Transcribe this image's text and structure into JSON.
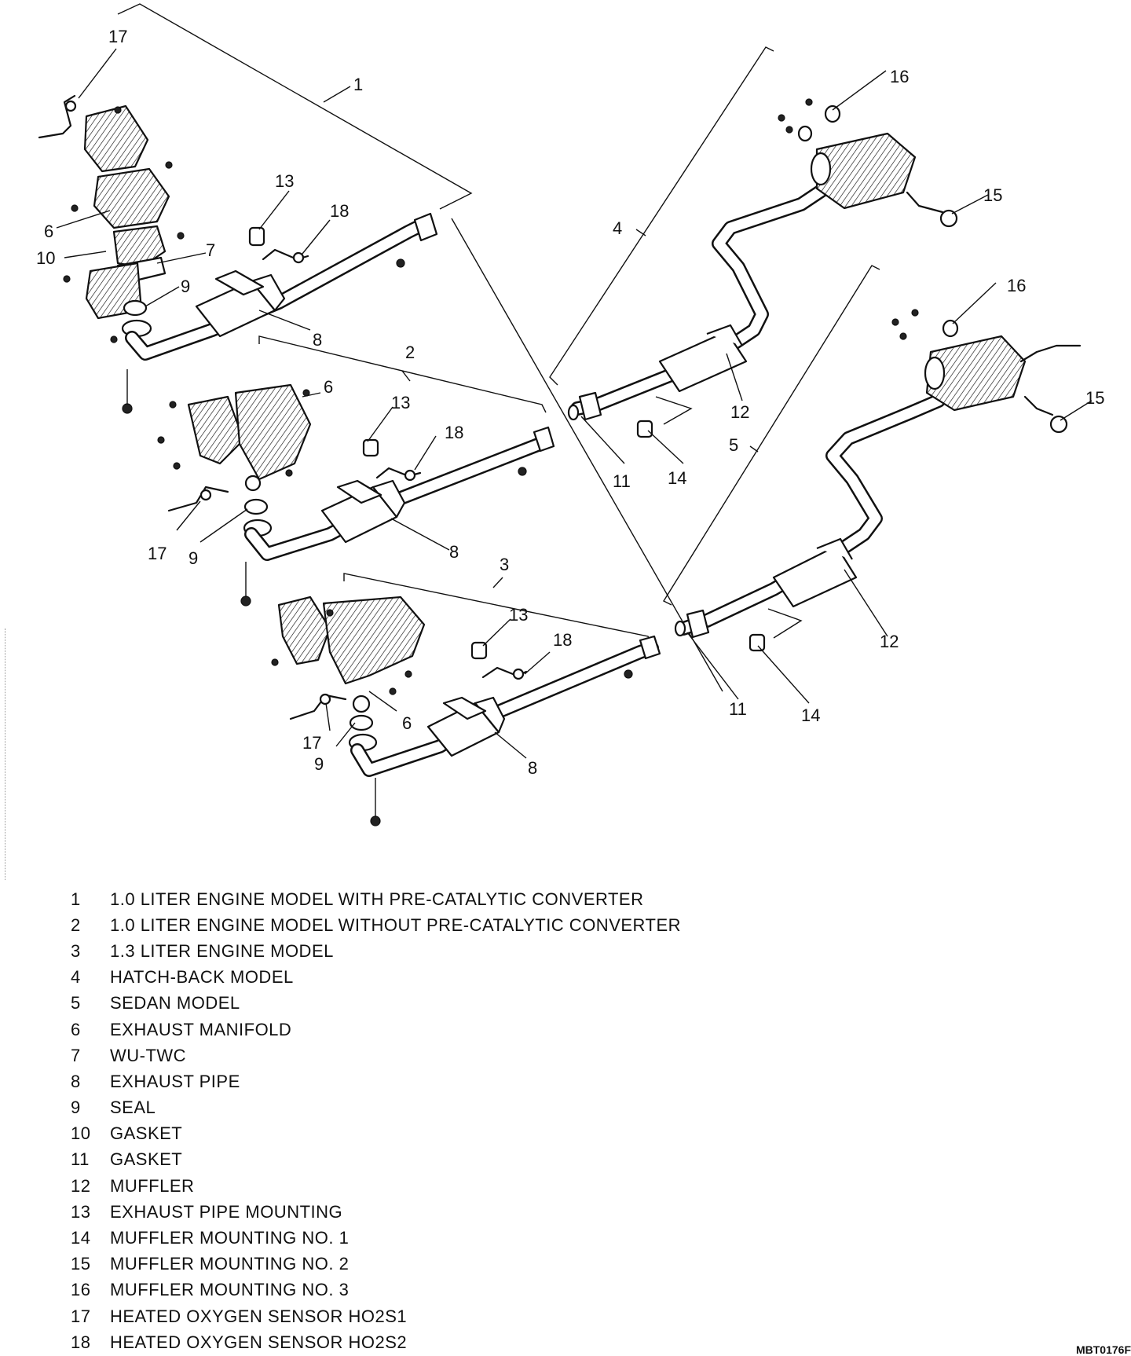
{
  "callouts": {
    "c1": "1",
    "c2": "2",
    "c3": "3",
    "c4": "4",
    "c5": "5",
    "c6": "6",
    "c7": "7",
    "c8": "8",
    "c9": "9",
    "c10": "10",
    "c11": "11",
    "c12": "12",
    "c13": "13",
    "c14": "14",
    "c15": "15",
    "c16": "16",
    "c17": "17",
    "c18": "18"
  },
  "legend": [
    {
      "num": "1",
      "text": "1.0 LITER ENGINE MODEL WITH PRE-CATALYTIC CONVERTER"
    },
    {
      "num": "2",
      "text": "1.0 LITER ENGINE MODEL WITHOUT PRE-CATALYTIC CONVERTER"
    },
    {
      "num": "3",
      "text": "1.3 LITER ENGINE MODEL"
    },
    {
      "num": "4",
      "text": "HATCH-BACK MODEL"
    },
    {
      "num": "5",
      "text": "SEDAN MODEL"
    },
    {
      "num": "6",
      "text": "EXHAUST MANIFOLD"
    },
    {
      "num": "7",
      "text": "WU-TWC"
    },
    {
      "num": "8",
      "text": "EXHAUST PIPE"
    },
    {
      "num": "9",
      "text": "SEAL"
    },
    {
      "num": "10",
      "text": "GASKET"
    },
    {
      "num": "11",
      "text": "GASKET"
    },
    {
      "num": "12",
      "text": "MUFFLER"
    },
    {
      "num": "13",
      "text": "EXHAUST PIPE MOUNTING"
    },
    {
      "num": "14",
      "text": "MUFFLER MOUNTING NO. 1"
    },
    {
      "num": "15",
      "text": "MUFFLER MOUNTING NO. 2"
    },
    {
      "num": "16",
      "text": "MUFFLER MOUNTING NO. 3"
    },
    {
      "num": "17",
      "text": "HEATED OXYGEN SENSOR HO2S1"
    },
    {
      "num": "18",
      "text": "HEATED OXYGEN SENSOR HO2S2"
    }
  ],
  "figure_id": "MBT0176F"
}
